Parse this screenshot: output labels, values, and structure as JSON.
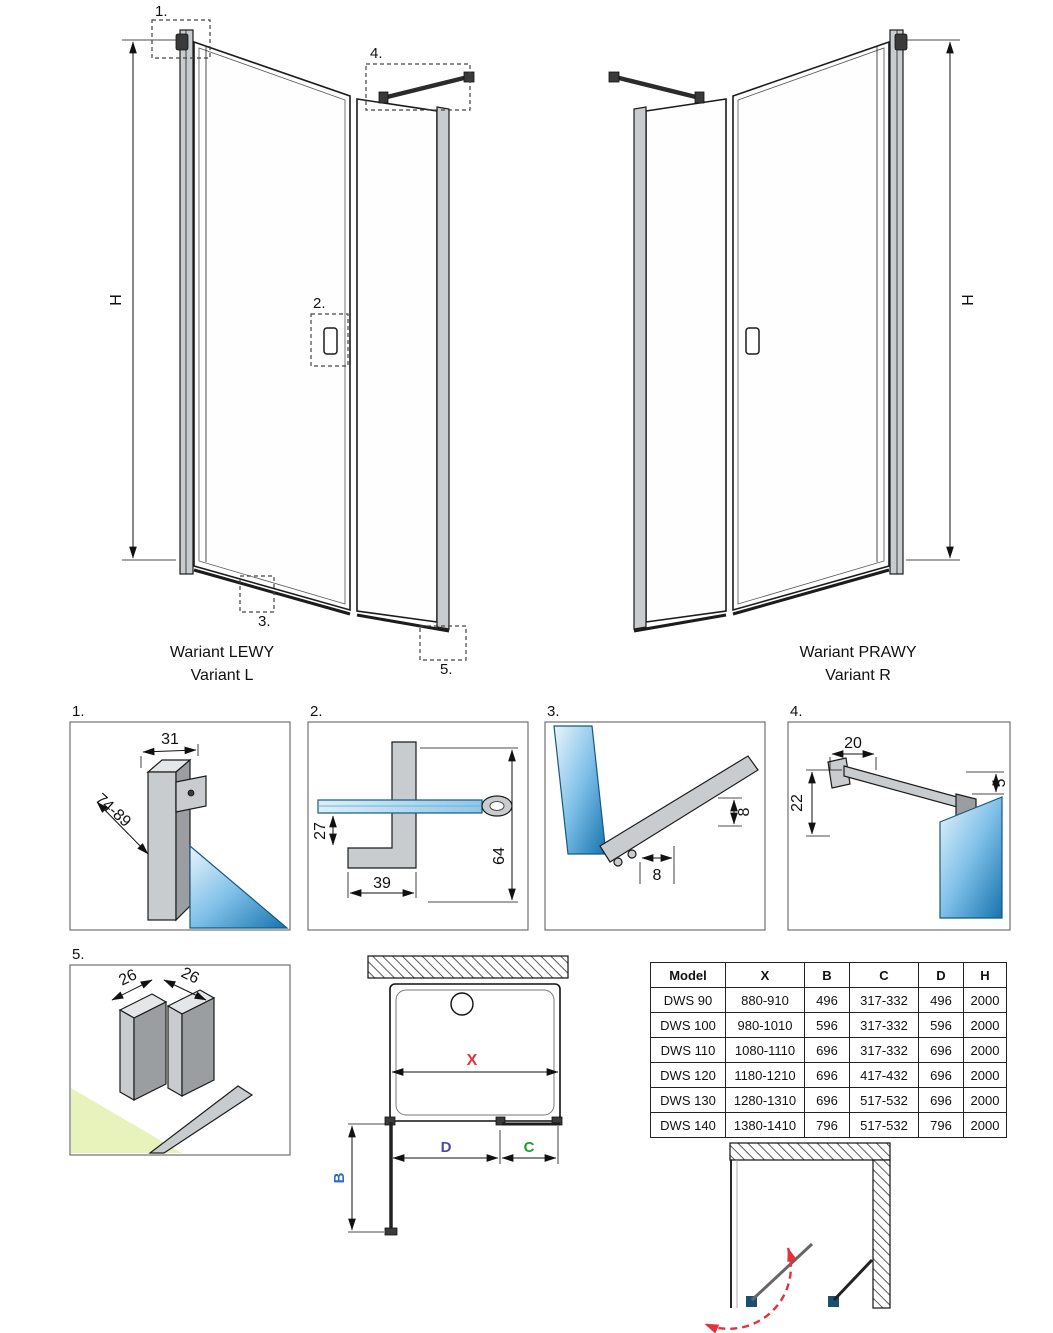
{
  "elevation_left": {
    "caption_line1": "Wariant LEWY",
    "caption_line2": "Variant L",
    "height_label": "H",
    "callout_1": "1.",
    "callout_2": "2.",
    "callout_3": "3.",
    "callout_4": "4.",
    "callout_5": "5."
  },
  "elevation_right": {
    "caption_line1": "Wariant PRAWY",
    "caption_line2": "Variant R",
    "height_label": "H"
  },
  "details": {
    "d1": {
      "label": "1.",
      "dim_width": "31",
      "dim_depth": "74-89"
    },
    "d2": {
      "label": "2.",
      "dim_drop": "27",
      "dim_base": "39",
      "dim_height": "64"
    },
    "d3": {
      "label": "3.",
      "dim_height": "8",
      "dim_width": "8"
    },
    "d4": {
      "label": "4.",
      "dim_length": "20",
      "dim_drop": "22",
      "dim_gap": "5"
    },
    "d5": {
      "label": "5.",
      "dim_left": "26",
      "dim_right": "26"
    }
  },
  "plan_view": {
    "dim_x": "X",
    "dim_b": "B",
    "dim_c": "C",
    "dim_d": "D"
  },
  "spec_table": {
    "headers": [
      "Model",
      "X",
      "B",
      "C",
      "D",
      "H"
    ],
    "rows": [
      [
        "DWS 90",
        "880-910",
        "496",
        "317-332",
        "496",
        "2000"
      ],
      [
        "DWS 100",
        "980-1010",
        "596",
        "317-332",
        "596",
        "2000"
      ],
      [
        "DWS 110",
        "1080-1110",
        "696",
        "317-332",
        "696",
        "2000"
      ],
      [
        "DWS 120",
        "1180-1210",
        "696",
        "417-432",
        "696",
        "2000"
      ],
      [
        "DWS 130",
        "1280-1310",
        "696",
        "517-532",
        "696",
        "2000"
      ],
      [
        "DWS 140",
        "1380-1410",
        "796",
        "517-532",
        "796",
        "2000"
      ]
    ],
    "highlighted_model": "DWS 100"
  },
  "colors": {
    "x_red": "#e53238",
    "b_blue": "#2b6bc4",
    "c_green": "#1f9d2f",
    "d_purple": "#5148a5",
    "highlight_green": "#1ec800",
    "swing_arc_red": "#e53238",
    "glass_blue": "#1673ae"
  }
}
